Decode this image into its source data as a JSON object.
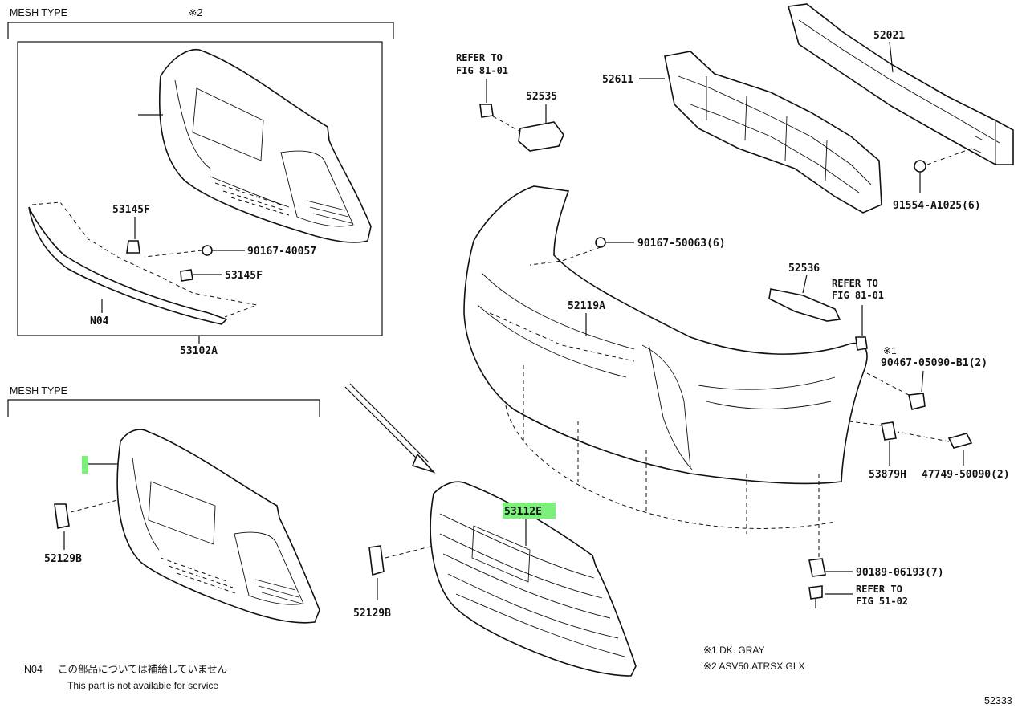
{
  "sections": {
    "top_group": {
      "title": "MESH TYPE",
      "note_ref": "※2"
    },
    "bottom_group": {
      "title": "MESH TYPE"
    }
  },
  "labels": {
    "p53145f_a": "53145F",
    "p90167_40057": "90167-40057",
    "p53145f_b": "53145F",
    "n04": "N04",
    "p53102a": "53102A",
    "refer_a1": "REFER TO",
    "refer_a2": "FIG 81-01",
    "p52535": "52535",
    "p52611": "52611",
    "p52021": "52021",
    "p91554": "91554-A1025(6)",
    "p90167_50063": "90167-50063(6)",
    "p52536": "52536",
    "refer_b1": "REFER TO",
    "refer_b2": "FIG 81-01",
    "p52119a": "52119A",
    "star1": "※1",
    "p90467": "90467-05090-B1(2)",
    "p53879h": "53879H",
    "p47749": "47749-50090(2)",
    "p52129b_left": "52129B",
    "p52129b_mid": "52129B",
    "p53112e": "53112E",
    "p90189": "90189-06193(7)",
    "refer_c1": "REFER TO",
    "refer_c2": "FIG 51-02"
  },
  "legend": {
    "note1": "※1 DK. GRAY",
    "note2": "※2 ASV50.ATRSX.GLX"
  },
  "footnote": {
    "code": "N04",
    "japanese": "この部品については補給していません",
    "english": "This part is not available for service"
  },
  "figure_id": "52333",
  "colors": {
    "highlight": "#7cf07a",
    "ink": "#111111"
  }
}
